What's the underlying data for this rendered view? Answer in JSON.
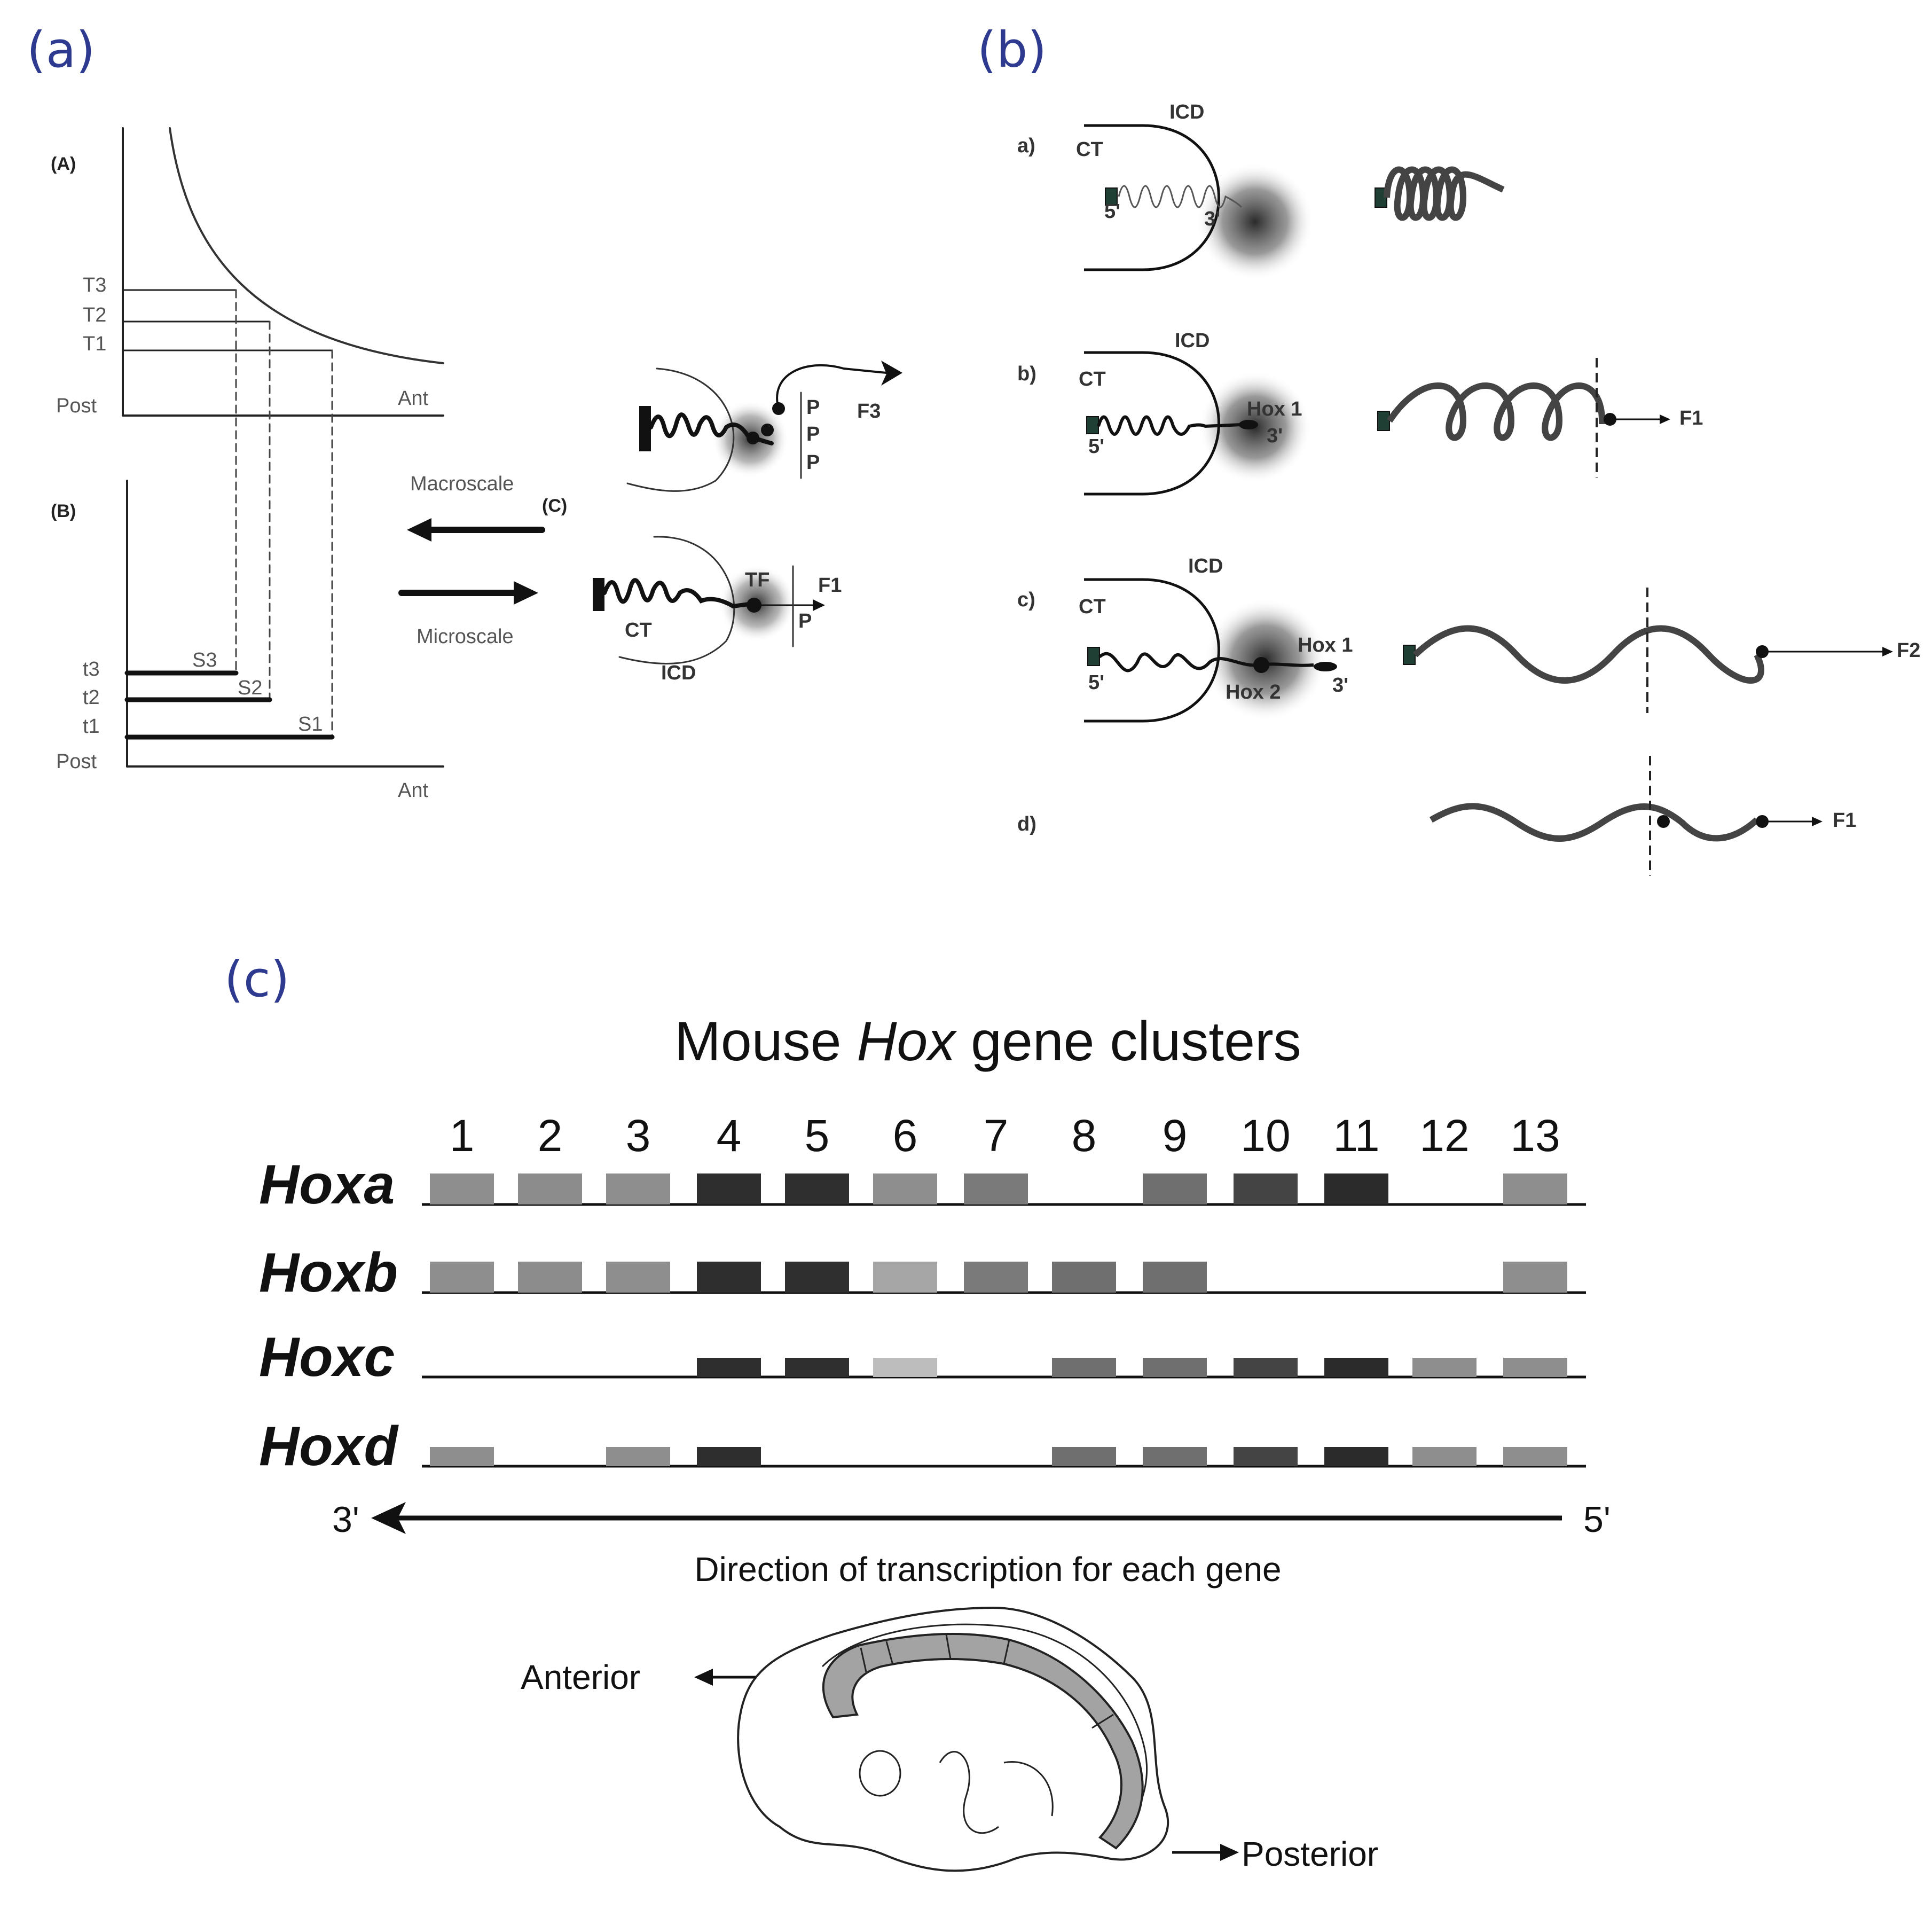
{
  "panels": {
    "a": "(a)",
    "b": "(b)",
    "c": "(c)"
  },
  "panel_a": {
    "graph_a_label": "(A)",
    "graph_b_label": "(B)",
    "graph_c_label": "(C)",
    "thresholds": [
      "T3",
      "T2",
      "T1"
    ],
    "times": [
      "t3",
      "t2",
      "t1"
    ],
    "stripes": [
      "S3",
      "S2",
      "S1"
    ],
    "post": "Post",
    "ant": "Ant",
    "macroscale": "Macroscale",
    "microscale": "Microscale",
    "ct": "CT",
    "icd": "ICD",
    "tf": "TF",
    "f1": "F1",
    "f3": "F3",
    "p": "P"
  },
  "panel_b": {
    "rows": [
      "a)",
      "b)",
      "c)",
      "d)"
    ],
    "ct": "CT",
    "icd": "ICD",
    "five_prime": "5'",
    "three_prime": "3'",
    "hox1": "Hox 1",
    "hox2": "Hox 2",
    "f1": "F1",
    "f2": "F2"
  },
  "panel_c": {
    "title_pre": "Mouse ",
    "title_italic": "Hox",
    "title_post": " gene clusters",
    "columns": [
      "1",
      "2",
      "3",
      "4",
      "5",
      "6",
      "7",
      "8",
      "9",
      "10",
      "11",
      "12",
      "13"
    ],
    "clusters": [
      {
        "name": "Hoxa",
        "genes": [
          [
            "#8e8e8e",
            1
          ],
          [
            "#8c8c8c",
            2
          ],
          [
            "#8e8e8e",
            3
          ],
          [
            "#2e2e2e",
            4
          ],
          [
            "#2f2f2f",
            5
          ],
          [
            "#8e8e8e",
            6
          ],
          [
            "#7a7a7a",
            7
          ],
          null,
          [
            "#6f6f6f",
            9
          ],
          [
            "#444444",
            10
          ],
          [
            "#2b2b2b",
            11
          ],
          null,
          [
            "#8e8e8e",
            13
          ]
        ]
      },
      {
        "name": "Hoxb",
        "genes": [
          [
            "#8e8e8e",
            1
          ],
          [
            "#8c8c8c",
            2
          ],
          [
            "#8e8e8e",
            3
          ],
          [
            "#2e2e2e",
            4
          ],
          [
            "#2f2f2f",
            5
          ],
          [
            "#a6a6a6",
            6
          ],
          [
            "#7a7a7a",
            7
          ],
          [
            "#6f6f6f",
            8
          ],
          [
            "#6f6f6f",
            9
          ],
          null,
          null,
          null,
          [
            "#8e8e8e",
            13
          ]
        ]
      },
      {
        "name": "Hoxc",
        "genes": [
          null,
          null,
          null,
          [
            "#2e2e2e",
            4
          ],
          [
            "#2f2f2f",
            5
          ],
          [
            "#bdbdbd",
            6
          ],
          null,
          [
            "#6f6f6f",
            8
          ],
          [
            "#6f6f6f",
            9
          ],
          [
            "#444444",
            10
          ],
          [
            "#2b2b2b",
            11
          ],
          [
            "#8e8e8e",
            12
          ],
          [
            "#8e8e8e",
            13
          ]
        ]
      },
      {
        "name": "Hoxd",
        "genes": [
          [
            "#8e8e8e",
            1
          ],
          null,
          [
            "#8e8e8e",
            3
          ],
          [
            "#2e2e2e",
            4
          ],
          null,
          null,
          null,
          [
            "#6f6f6f",
            8
          ],
          [
            "#6f6f6f",
            9
          ],
          [
            "#444444",
            10
          ],
          [
            "#2b2b2b",
            11
          ],
          [
            "#8e8e8e",
            12
          ],
          [
            "#8e8e8e",
            13
          ]
        ]
      }
    ],
    "three_prime": "3'",
    "five_prime": "5'",
    "direction_caption": "Direction of transcription for each gene",
    "anterior": "Anterior",
    "posterior": "Posterior"
  }
}
